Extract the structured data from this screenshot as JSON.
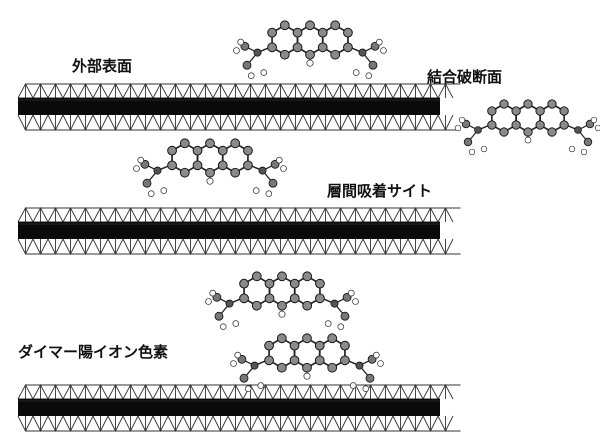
{
  "labels": {
    "outer_surface": "外部表面",
    "broken_edge": "結合破断面",
    "interlayer_site": "層間吸着サイト",
    "dimer_dye": "ダイマー陽イオン色素"
  }
}
